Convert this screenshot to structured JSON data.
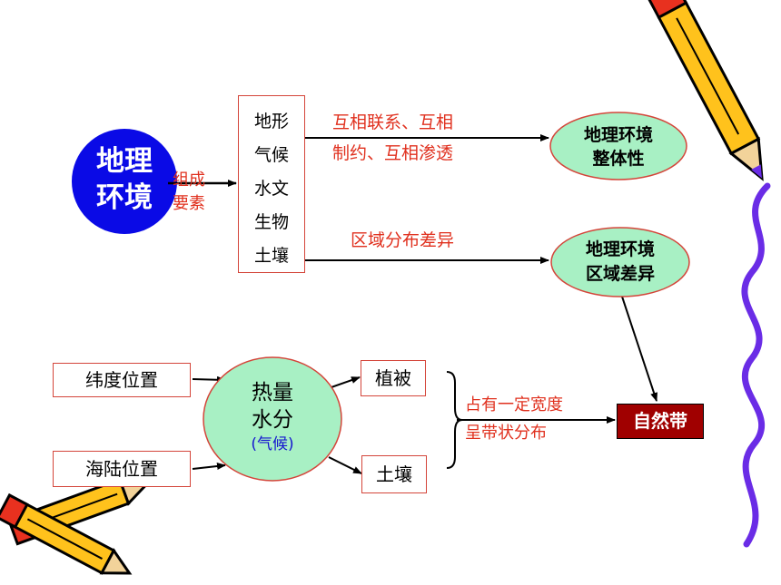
{
  "central": {
    "line1": "地理",
    "line2": "环境"
  },
  "compose": {
    "line1": "组成",
    "line2": "要素"
  },
  "elements": [
    "地形",
    "气候",
    "水文",
    "生物",
    "土壤"
  ],
  "relation_top": {
    "line1": "互相联系、互相",
    "line2": "制约、互相渗透"
  },
  "relation_mid": "区域分布差异",
  "whole": {
    "line1": "地理环境",
    "line2": "整体性"
  },
  "regional": {
    "line1": "地理环境",
    "line2": "区域差异"
  },
  "latitude": "纬度位置",
  "sealand": "海陆位置",
  "heat": {
    "line1": "热量",
    "line2": "水分",
    "line3": "(气候)"
  },
  "vegetation": "植被",
  "soil": "土壤",
  "belt_note": {
    "line1": "占有一定宽度",
    "line2": "呈带状分布"
  },
  "natural_belt": "自然带",
  "colors": {
    "central_fill": "#0a0ae6",
    "ellipse_fill": "#a8f0c4",
    "box_border": "#d4453a",
    "red_text": "#e0301e",
    "belt_fill": "#a00000",
    "wave": "#6a2ce6",
    "blue_text": "#1515d0"
  }
}
